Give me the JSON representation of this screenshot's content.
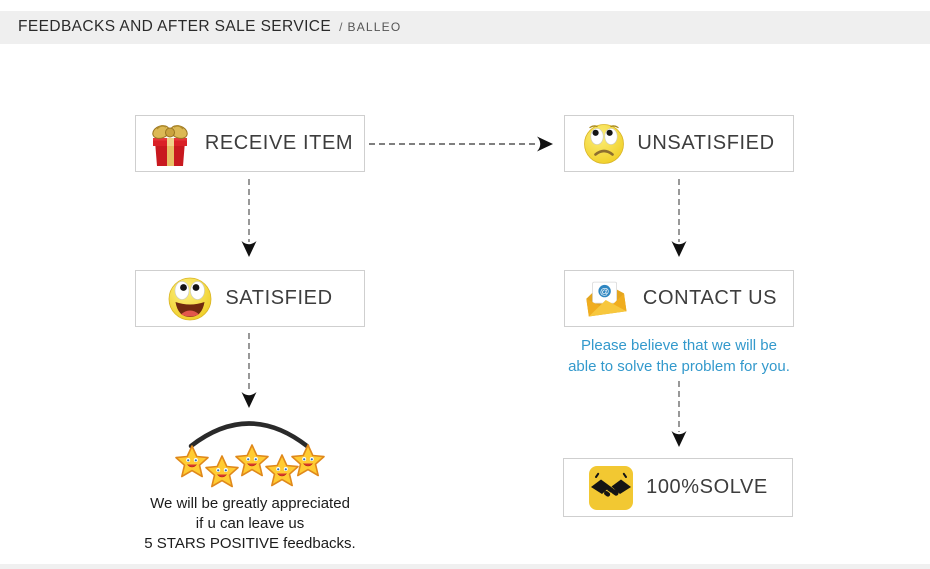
{
  "header": {
    "title": "FEEDBACKS AND AFTER SALE SERVICE",
    "separator": "/",
    "brand": "BALLEO"
  },
  "flow": {
    "receive_item": {
      "label": "RECEIVE ITEM",
      "icon": "gift-icon"
    },
    "unsatisfied": {
      "label": "UNSATISFIED",
      "icon": "sad-face-icon"
    },
    "satisfied": {
      "label": "SATISFIED",
      "icon": "happy-face-icon"
    },
    "contact_us": {
      "label": "CONTACT US",
      "icon": "email-envelope-icon"
    },
    "solve": {
      "label": "100%SOLVE",
      "icon": "handshake-icon"
    },
    "contact_note_line1": "Please believe that we will be",
    "contact_note_line2": "able to solve the problem for you.",
    "feedback_note_line1": "We will be greatly appreciated",
    "feedback_note_line2": "if u can leave us",
    "feedback_note_line3": "5 STARS POSITIVE feedbacks.",
    "stars_count": 5
  },
  "colors": {
    "header_bg": "#efefef",
    "box_border": "#cfcfcf",
    "label_text": "#3d3d3d",
    "note_blue": "#3399cc",
    "note_dark": "#1c1c1c",
    "arrow": "#333333",
    "gift_red": "#c8191f",
    "face_yellow": "#f8dc3a",
    "envelope_gold": "#f0ad1f",
    "handshake_bg": "#f2c832",
    "star_gold": "#ffcc33"
  }
}
